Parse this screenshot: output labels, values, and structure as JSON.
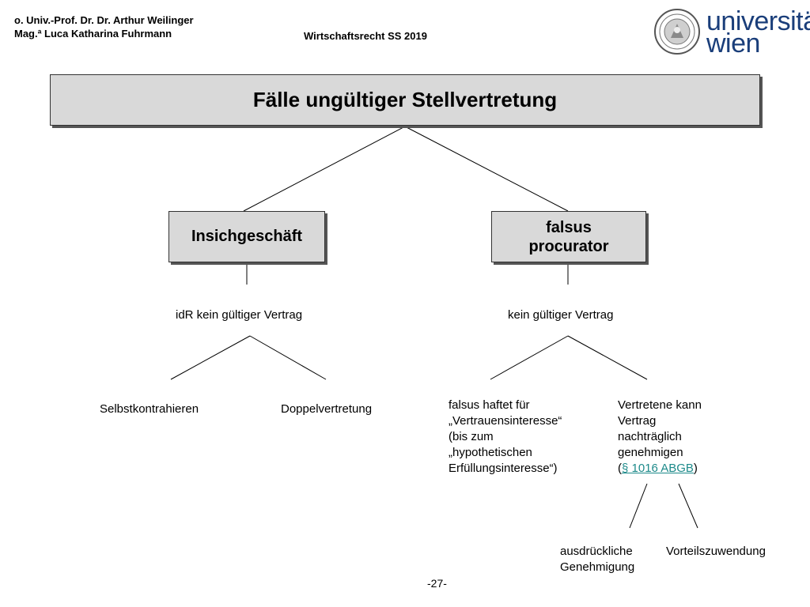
{
  "header": {
    "author1": "o. Univ.-Prof. Dr. Dr. Arthur Weilinger",
    "author2": "Mag.ª Luca Katharina Fuhrmann",
    "course": "Wirtschaftsrecht SS 2019"
  },
  "logo": {
    "line1": "universität",
    "line2": "wien",
    "color": "#1a3e7a",
    "icon": "university-seal-icon"
  },
  "diagram": {
    "title": "Fälle ungültiger Stellvertretung",
    "left": {
      "box": "Insichgeschäft",
      "result": "idR kein gültiger Vertrag",
      "children": [
        "Selbstkontrahieren",
        "Doppelvertretung"
      ]
    },
    "right": {
      "box_line1": "falsus",
      "box_line2": "procurator",
      "result": "kein gültiger Vertrag",
      "child1": {
        "line1": "falsus haftet für",
        "line2": "„Vertrauensinteresse“",
        "line3": "(bis zum",
        "line4": "„hypothetischen",
        "line5": "Erfüllungsinteresse“)"
      },
      "child2": {
        "line1": "Vertretene kann",
        "line2": "Vertrag",
        "line3": "nachträglich",
        "line4": "genehmigen",
        "paren_open": "(",
        "link": "§ 1016 ABGB",
        "paren_close": ")",
        "children": {
          "a_line1": "ausdrückliche",
          "a_line2": "Genehmigung",
          "b": "Vorteilszuwendung"
        }
      }
    }
  },
  "page_number": "-27-",
  "colors": {
    "box_fill": "#d9d9d9",
    "link": "#1d8a8a"
  }
}
